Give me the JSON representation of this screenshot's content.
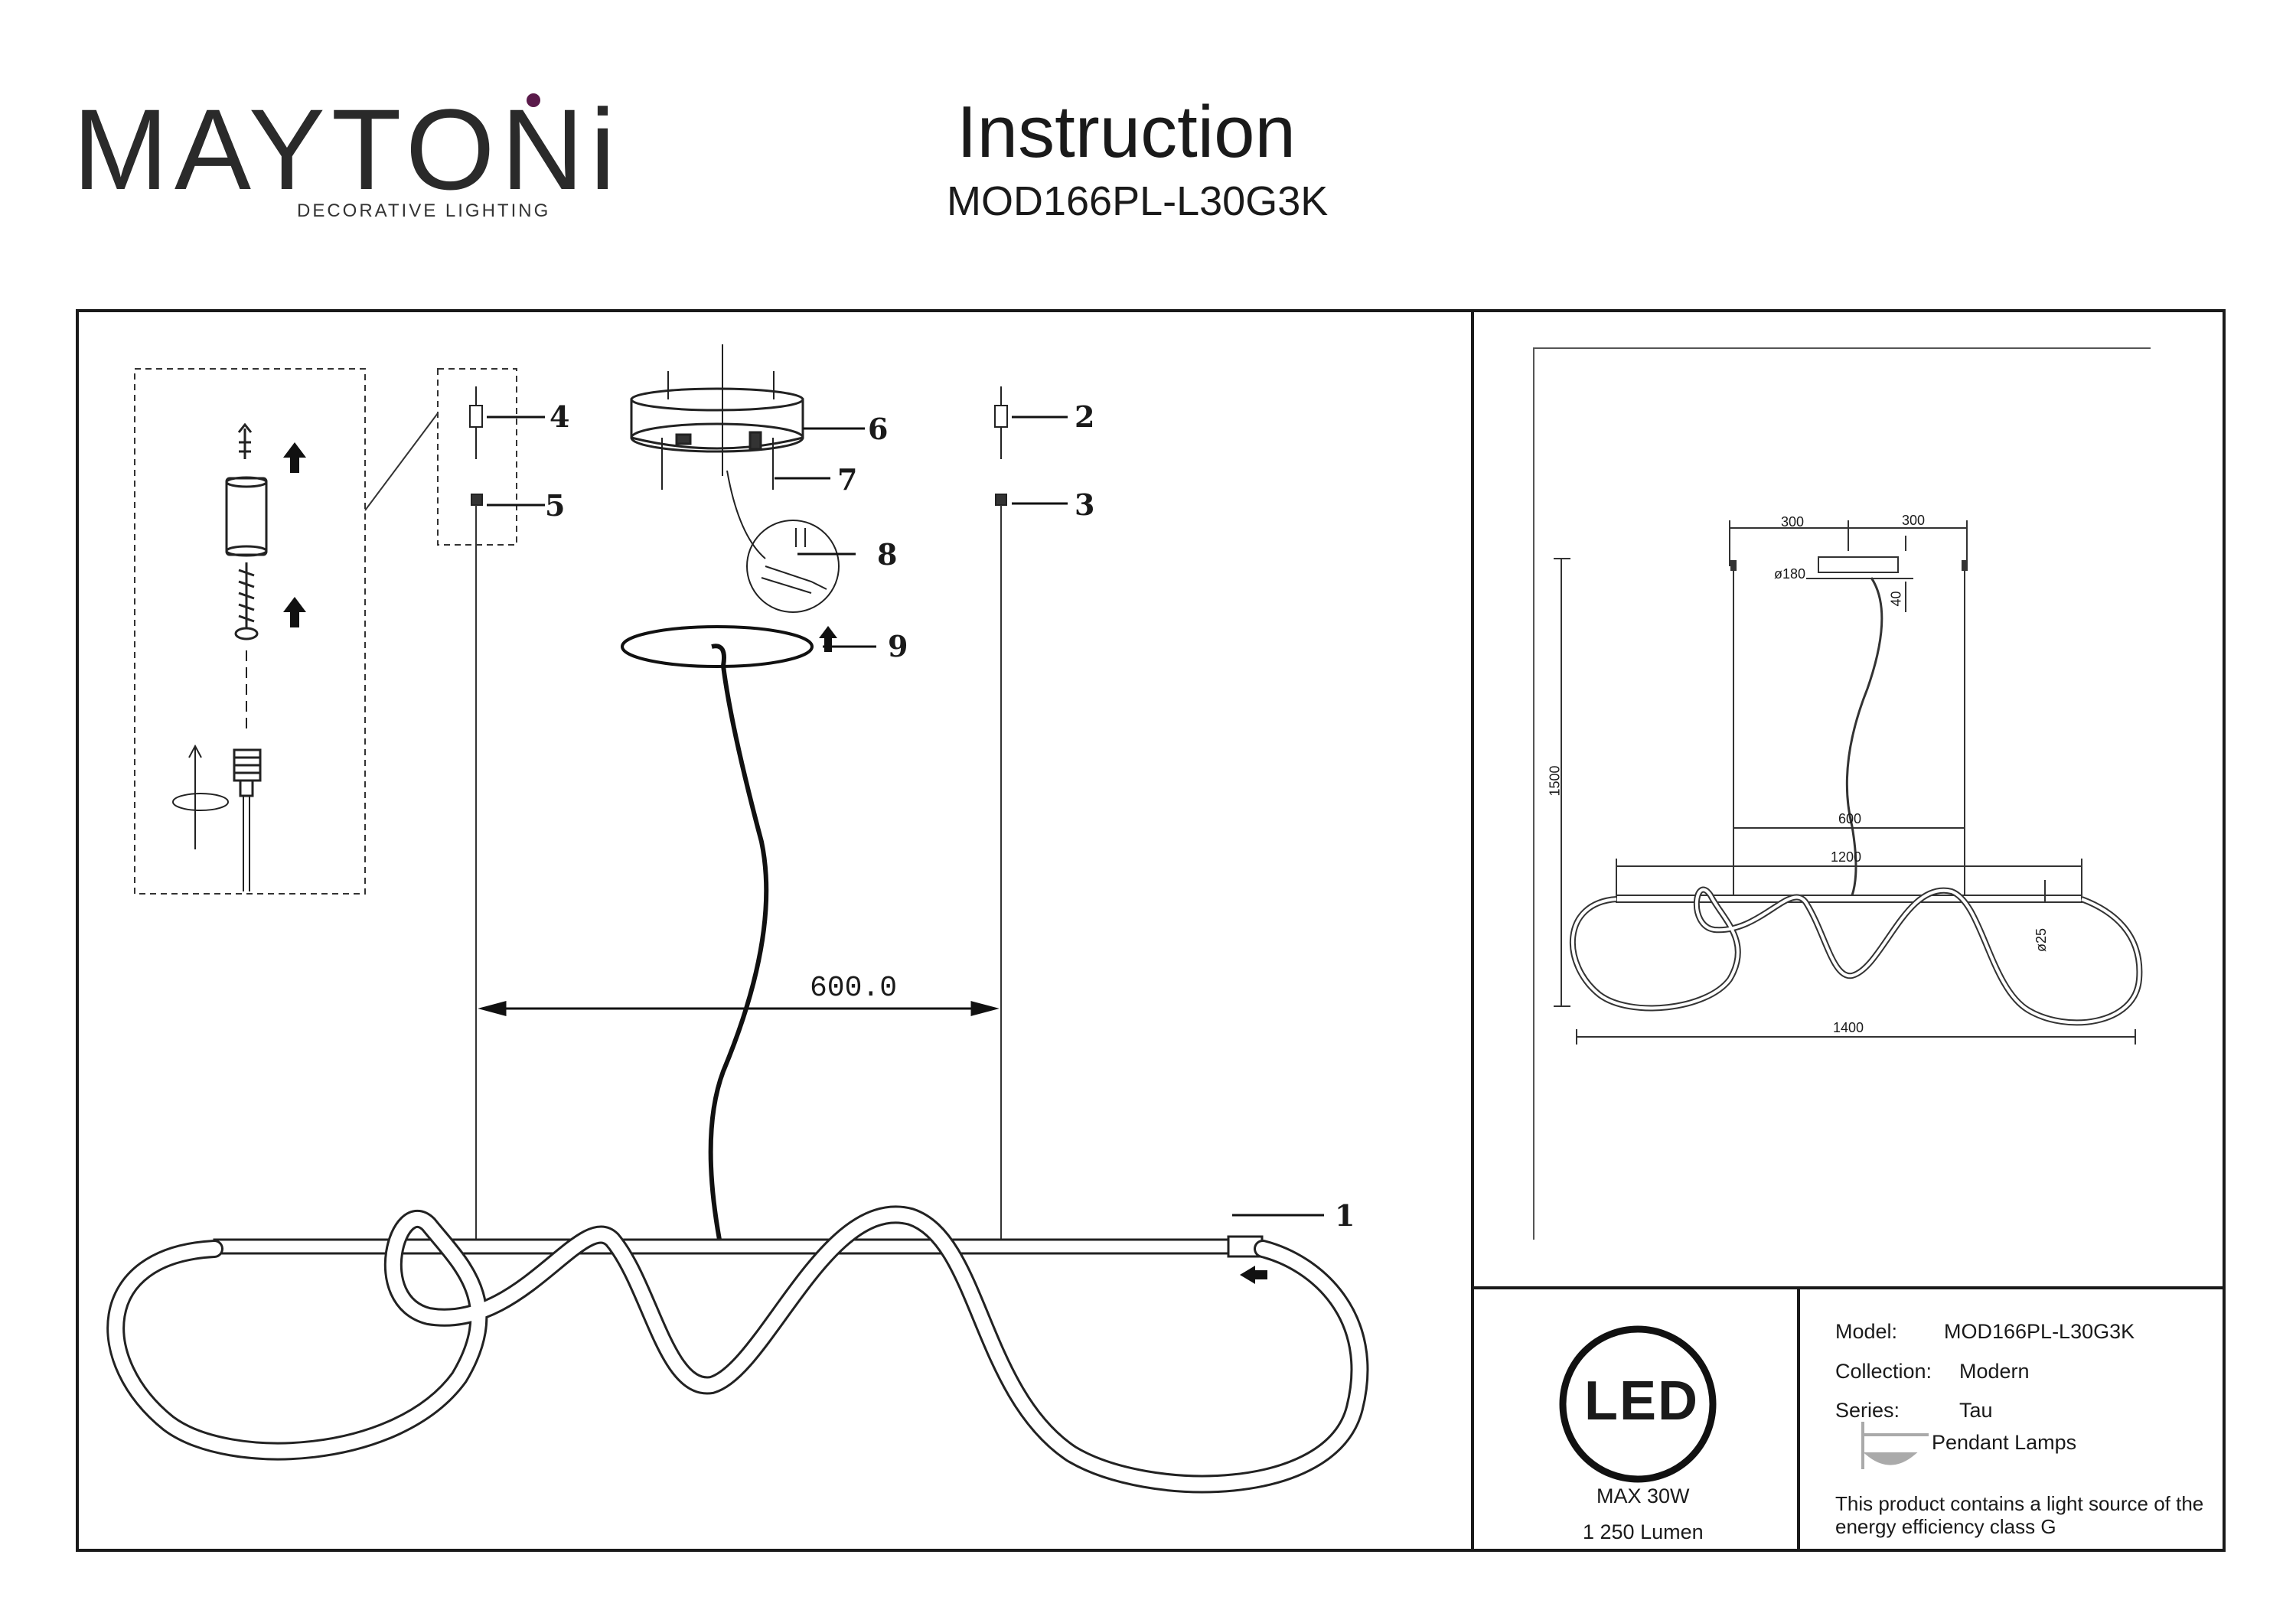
{
  "header": {
    "brand": "MAYTONi",
    "brand_sub": "DECORATIVE LIGHTING",
    "title": "Instruction",
    "model": "MOD166PL-L30G3K"
  },
  "colors": {
    "brand_dot": "#5a1a4a",
    "line": "#1a1a1a"
  },
  "assembly": {
    "callouts": [
      "1",
      "2",
      "3",
      "4",
      "5",
      "6",
      "7",
      "8",
      "9"
    ],
    "spacing_label": "600.0"
  },
  "dimensions": {
    "top_left": "300",
    "top_right": "300",
    "canopy_diameter": "ø180",
    "canopy_height": "40",
    "total_height": "1500",
    "suspension_spacing": "600",
    "bar_length": "1200",
    "tube_diameter": "ø25",
    "total_width": "1400"
  },
  "led": {
    "icon_text": "LED",
    "power": "MAX 30W",
    "lumen": "1 250 Lumen"
  },
  "product_info": {
    "model_label": "Model:",
    "model_value": "MOD166PL-L30G3K",
    "collection_label": "Collection:",
    "collection_value": "Modern",
    "series_label": "Series:",
    "series_value": "Tau",
    "type_value": "Pendant Lamps",
    "energy_note_line1": "This product contains a light source of the",
    "energy_note_line2": "energy efficiency class G"
  }
}
